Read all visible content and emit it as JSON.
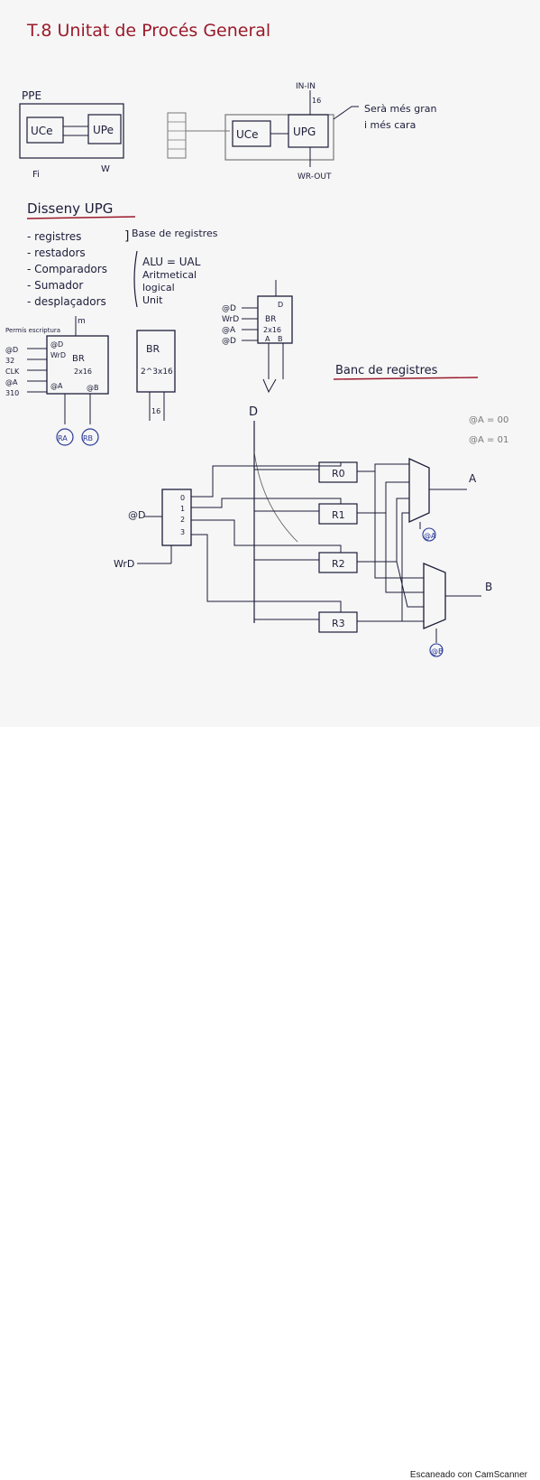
{
  "title": "T.8 Unitat de Procés General",
  "top": {
    "ppe": "PPE",
    "uc_left": "UCe",
    "upe": "UPe",
    "fi": "Fi",
    "w": "W",
    "in_n": "IN-IN",
    "sixteen": "16",
    "uc_mid": "UCe",
    "upg": "UPG",
    "w_out": "WR-OUT",
    "note1": "Serà més gran",
    "note2": "i més cara"
  },
  "design": {
    "heading": "Disseny UPG",
    "items": [
      "- registres",
      "- restadors",
      "- Comparadors",
      "- Sumador",
      "- desplaçadors"
    ],
    "base_registres": "Base de registres",
    "alu": "ALU = UAL",
    "alu_sub": [
      "Aritmetical",
      "logical",
      "Unit"
    ]
  },
  "left_block": {
    "labels_left": [
      "Permís escriptura",
      "@D",
      "32",
      "CLK",
      "@A",
      "310"
    ],
    "inner": [
      "@D",
      "WrD",
      "BR",
      "2x16",
      "@A",
      "@B"
    ],
    "top_label": "m",
    "bottom": [
      "RA",
      "RB"
    ]
  },
  "br_block": {
    "label": "BR",
    "size": "2^3x16",
    "out": "16"
  },
  "right_block": {
    "inputs": [
      "@D",
      "WrD",
      "@A",
      "@D"
    ],
    "inner": [
      "D",
      "BR",
      "2x16",
      "A",
      "B"
    ]
  },
  "banc": {
    "heading": "Banc de registres",
    "addr_a0": "@A = 00",
    "addr_a1": "@A = 01",
    "d": "D",
    "registers": [
      "R0",
      "R1",
      "R2",
      "R3"
    ],
    "mux_a_out": "A",
    "mux_b_out": "B",
    "at_d": "@D",
    "wrd": "WrD",
    "at_a": "@A",
    "at_b": "@B",
    "dec_inputs": [
      "0",
      "1",
      "2",
      "3"
    ]
  },
  "footer": {
    "scanner": "Escaneado con CamScanner"
  }
}
